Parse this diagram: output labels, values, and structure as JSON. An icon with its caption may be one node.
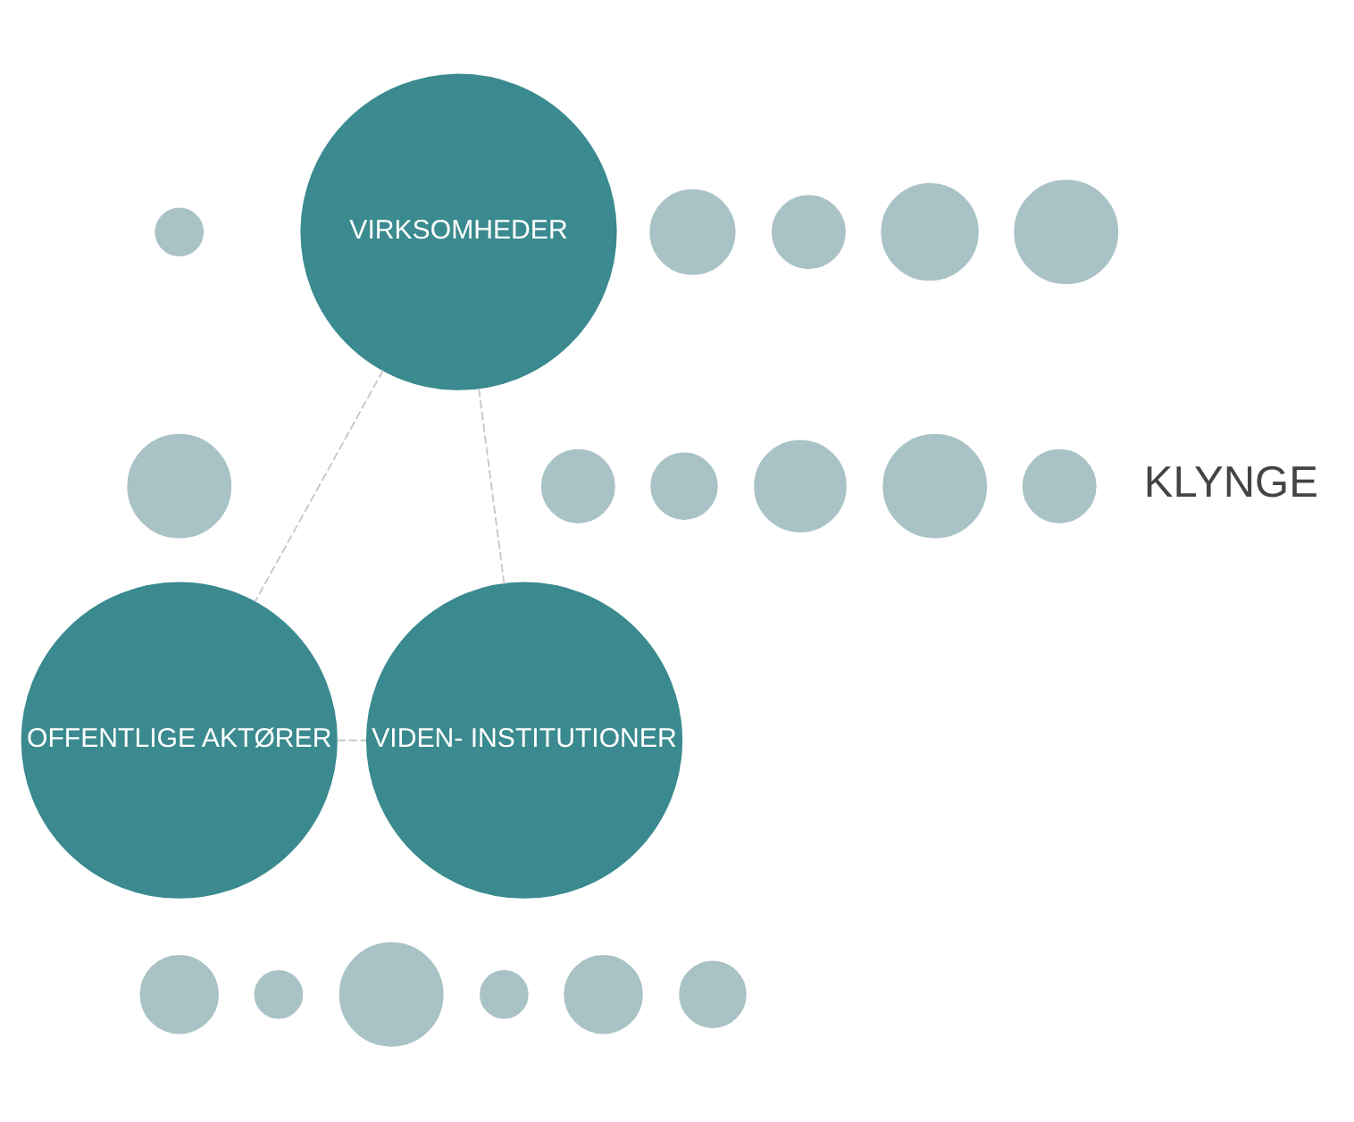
{
  "diagram": {
    "nodes": [
      {
        "text": [],
        "shape": "circle"
      },
      {
        "text": [],
        "shape": "circle"
      },
      {
        "text": [],
        "shape": "circle"
      },
      {
        "text": [],
        "shape": "circle"
      },
      {
        "text": [],
        "shape": "circle"
      },
      {
        "text": [
          "VIRKSOMHEDER"
        ]
      },
      {
        "text": [],
        "shape": "circle"
      },
      {
        "text": [],
        "shape": "circle"
      },
      {
        "text": [
          "OFFENTLIGE AKTØRER"
        ]
      },
      {
        "text": [
          "VIDEN- INSTITUTIONER"
        ]
      },
      {
        "text": [],
        "shape": "circle"
      },
      {
        "text": [],
        "shape": "circle"
      },
      {
        "text": [],
        "shape": "circle"
      },
      {
        "text": [],
        "shape": "circle"
      },
      {
        "text": [],
        "shape": "circle"
      },
      {
        "text": [],
        "shape": "circle"
      },
      {
        "text": [],
        "shape": "circle"
      },
      {
        "text": [],
        "shape": "circle"
      },
      {
        "text": [],
        "shape": "circle"
      },
      {
        "text": [],
        "shape": "circle"
      }
    ],
    "edges": [
      {
        "from": 5,
        "to": 8,
        "arrow": "none",
        "style": "dashed"
      },
      {
        "from": 5,
        "to": 9,
        "arrow": "none",
        "style": "dashed"
      },
      {
        "from": 8,
        "to": 9,
        "arrow": "none",
        "style": "dashed"
      }
    ],
    "labels": [
      "KLYNGE"
    ]
  }
}
